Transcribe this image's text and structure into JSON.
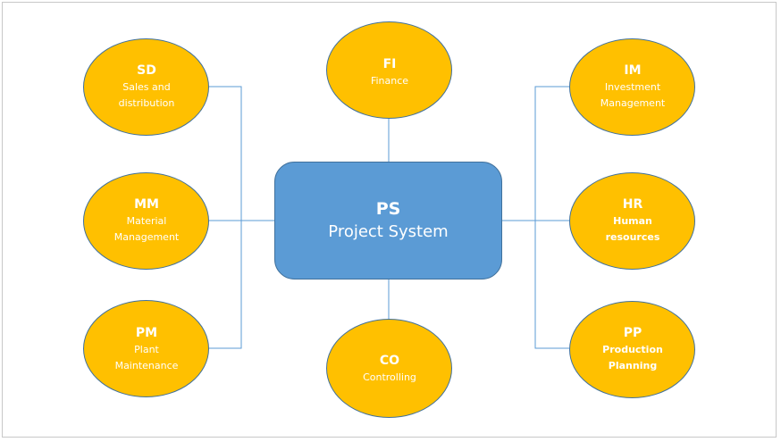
{
  "diagram": {
    "center": {
      "code": "PS",
      "name": "Project System"
    },
    "nodes": [
      {
        "id": "sd",
        "code": "SD",
        "name_line1": "Sales and",
        "name_line2": "distribution",
        "side": "left",
        "bold_name": false
      },
      {
        "id": "mm",
        "code": "MM",
        "name_line1": "Material",
        "name_line2": "Management",
        "side": "left",
        "bold_name": false
      },
      {
        "id": "pm",
        "code": "PM",
        "name_line1": "Plant",
        "name_line2": "Maintenance",
        "side": "left",
        "bold_name": false
      },
      {
        "id": "fi",
        "code": "FI",
        "name_line1": "Finance",
        "name_line2": "",
        "side": "top",
        "bold_name": false
      },
      {
        "id": "co",
        "code": "CO",
        "name_line1": "Controlling",
        "name_line2": "",
        "side": "bottom",
        "bold_name": false
      },
      {
        "id": "im",
        "code": "IM",
        "name_line1": "Investment",
        "name_line2": "Management",
        "side": "right",
        "bold_name": false
      },
      {
        "id": "hr",
        "code": "HR",
        "name_line1": "Human",
        "name_line2": "resources",
        "side": "right",
        "bold_name": true
      },
      {
        "id": "pp",
        "code": "PP",
        "name_line1": "Production",
        "name_line2": "Planning",
        "side": "right",
        "bold_name": true
      }
    ],
    "colors": {
      "node_fill": "#ffc000",
      "center_fill": "#5b9bd5",
      "connector": "#5b9bd5",
      "text": "#ffffff"
    }
  }
}
